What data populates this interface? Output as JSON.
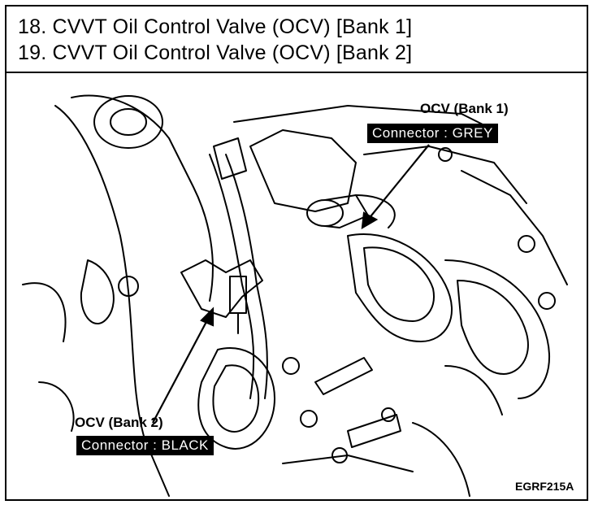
{
  "header": {
    "line1": "18. CVVT Oil Control Valve (OCV) [Bank 1]",
    "line2": "19. CVVT Oil Control Valve (OCV) [Bank 2]"
  },
  "callouts": {
    "bank1": {
      "label": "OCV (Bank 1)",
      "connector": "Connector : GREY"
    },
    "bank2": {
      "label": "OCV (Bank 2)",
      "connector": "Connector : BLACK"
    }
  },
  "figure_code": "EGRF215A"
}
